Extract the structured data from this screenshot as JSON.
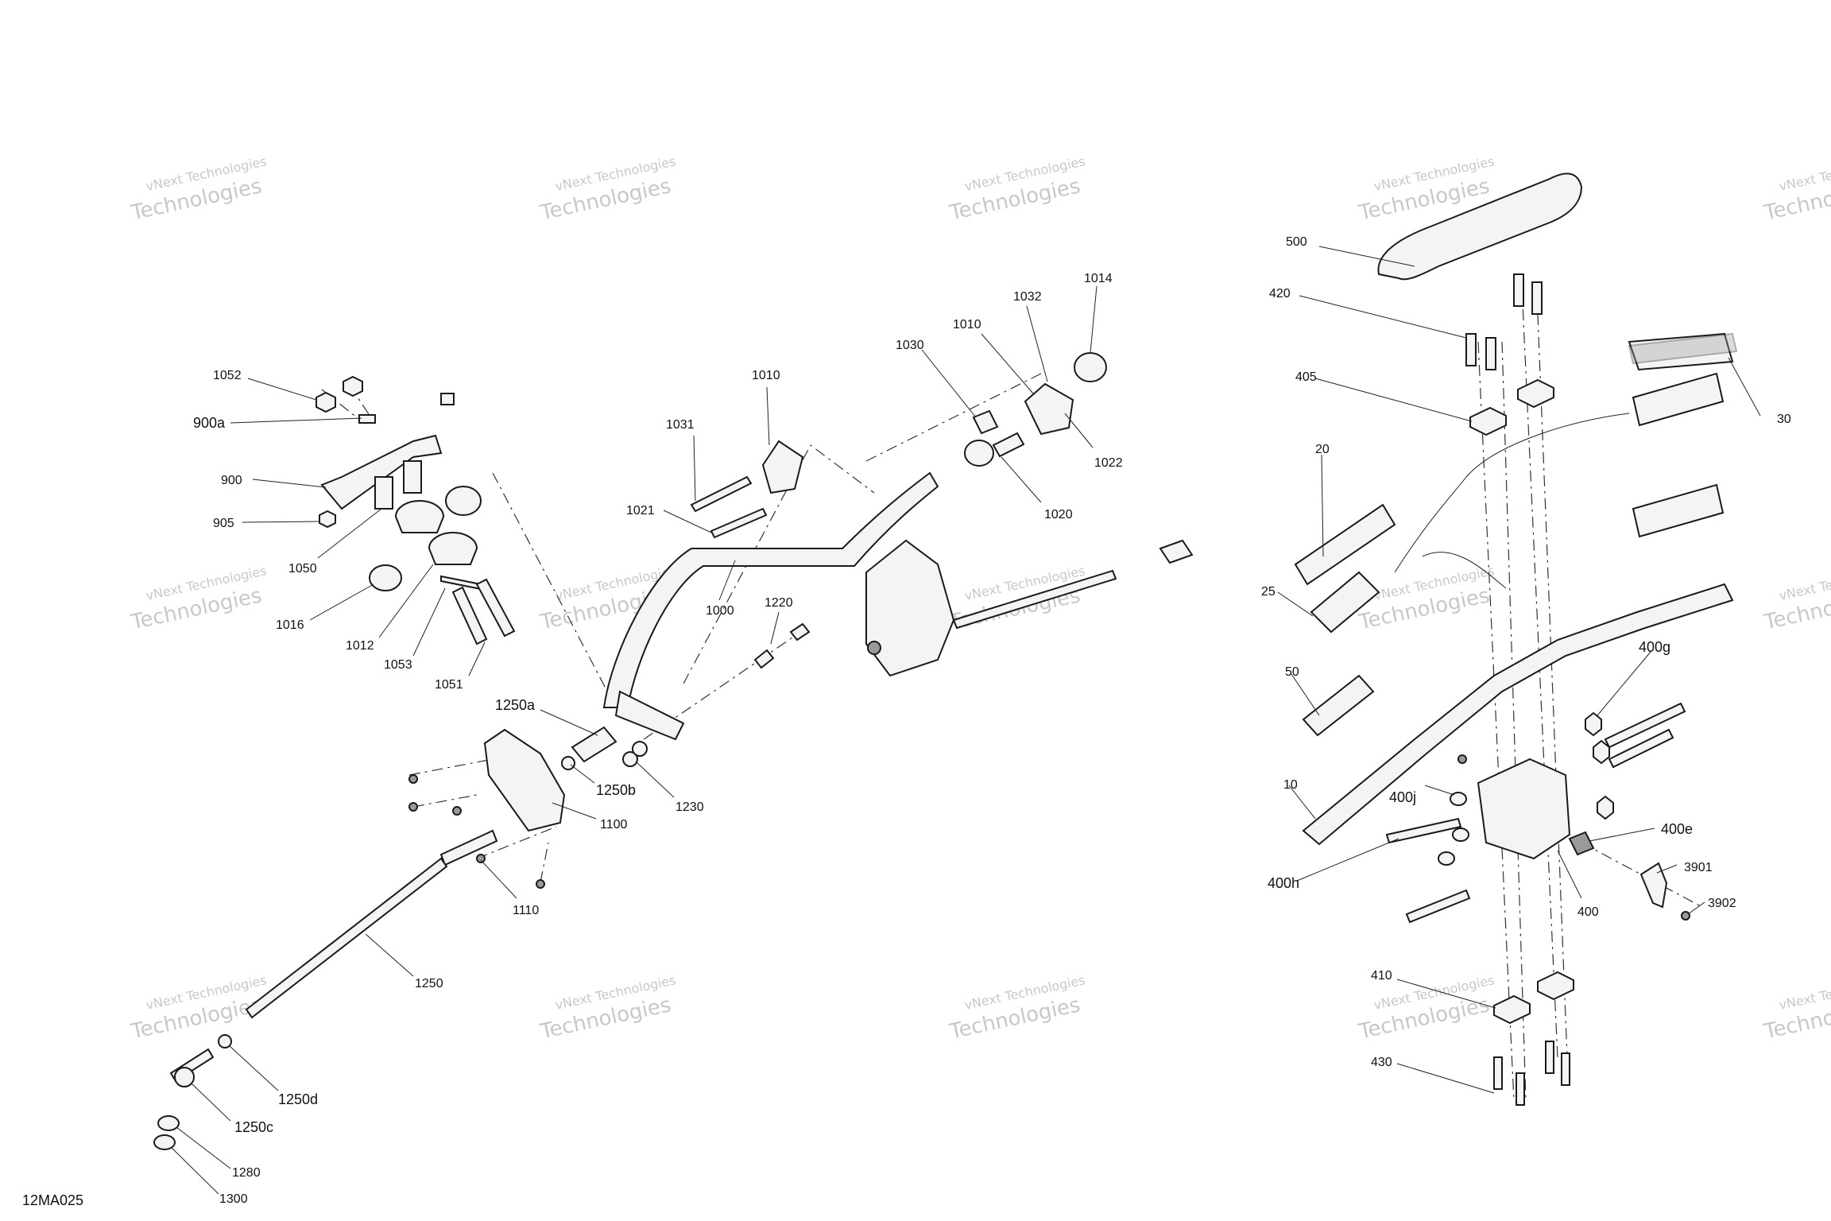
{
  "watermark": {
    "line1": "vNext Technologies",
    "line2": "Technologies"
  },
  "diagram_ref": "12MA025",
  "callouts": {
    "c1052": "1052",
    "c900a": "900a",
    "c900": "900",
    "c905": "905",
    "c1050": "1050",
    "c1016": "1016",
    "c1012": "1012",
    "c1053": "1053",
    "c1051": "1051",
    "c1031": "1031",
    "c1010a": "1010",
    "c1021": "1021",
    "c1000": "1000",
    "c1220": "1220",
    "c1030": "1030",
    "c1010b": "1010",
    "c1032": "1032",
    "c1014": "1014",
    "c1022": "1022",
    "c1020": "1020",
    "c1250a": "1250a",
    "c1250b": "1250b",
    "c1230": "1230",
    "c1100": "1100",
    "c1110": "1110",
    "c1250": "1250",
    "c1250d": "1250d",
    "c1250c": "1250c",
    "c1280": "1280",
    "c1300": "1300",
    "c500": "500",
    "c420": "420",
    "c405": "405",
    "c30": "30",
    "c20": "20",
    "c25": "25",
    "c50": "50",
    "c10": "10",
    "c400g": "400g",
    "c400j": "400j",
    "c400e": "400e",
    "c400h": "400h",
    "c3901": "3901",
    "c3902": "3902",
    "c400": "400",
    "c410": "410",
    "c430": "430"
  }
}
